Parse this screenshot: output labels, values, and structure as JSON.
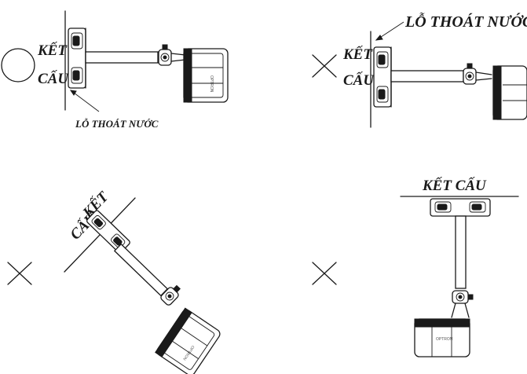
{
  "labels": {
    "structure": "KẾT CẤU",
    "structure_line1": "KẾT",
    "structure_line2": "CẤU",
    "drain_hole": "LỖ THOÁT NƯỚC"
  },
  "panels": [
    {
      "id": "side-mount-correct",
      "verdict": "correct",
      "symbol": "circle"
    },
    {
      "id": "side-mount-wrong",
      "verdict": "wrong",
      "symbol": "cross"
    },
    {
      "id": "angled-mount-wrong",
      "verdict": "wrong",
      "symbol": "cross"
    },
    {
      "id": "ceiling-mount-wrong",
      "verdict": "wrong",
      "symbol": "cross"
    }
  ]
}
